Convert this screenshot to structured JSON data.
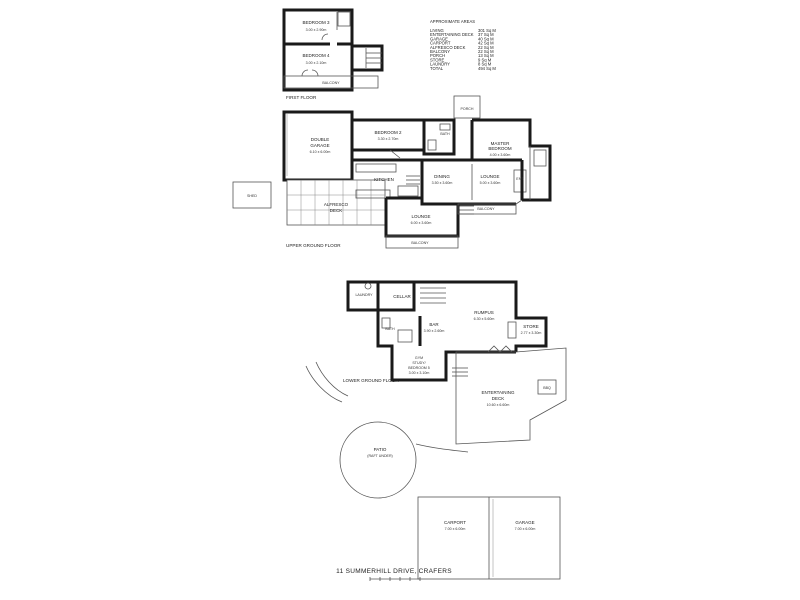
{
  "address": "11 SUMMERHILL DRIVE, CRAFERS",
  "floors": {
    "first": "FIRST FLOOR",
    "upper": "UPPER GROUND FLOOR",
    "lower": "LOWER GROUND FLOOR"
  },
  "areas": {
    "title": "APPROXIMATE AREAS",
    "rows": [
      {
        "name": "LIVING",
        "value": "301 Sq M"
      },
      {
        "name": "ENTERTAINING DECK",
        "value": "37 Sq M"
      },
      {
        "name": "GARAGE",
        "value": "40 Sq M"
      },
      {
        "name": "CARPORT",
        "value": "42 Sq M"
      },
      {
        "name": "ALFRESCO DECK",
        "value": "22 Sq M"
      },
      {
        "name": "BALCONY",
        "value": "22 Sq M"
      },
      {
        "name": "PORCH",
        "value": "13 Sq M"
      },
      {
        "name": "STORE",
        "value": "9 Sq M"
      },
      {
        "name": "LAUNDRY",
        "value": "8 Sq M"
      },
      {
        "name": "TOTAL",
        "value": "494 Sq M"
      }
    ]
  },
  "rooms": {
    "bedroom3": {
      "name": "BEDROOM 3",
      "dim": "3.00 x 2.90m"
    },
    "bedroom4": {
      "name": "BEDROOM 4",
      "dim": "3.00 x 2.10m"
    },
    "balcony_first": "BALCONY",
    "porch": "PORCH",
    "bath_upper": "BATH",
    "bedroom2": {
      "name": "BEDROOM 2",
      "dim": "3.30 x 2.70m"
    },
    "master": {
      "name": "MASTER",
      "name2": "BEDROOM",
      "dim": "4.00 x 3.60m"
    },
    "garage_dbl": {
      "name": "DOUBLE",
      "name2": "GARAGE",
      "dim": "6.10 x 6.00m"
    },
    "kitchen": "KITCHEN",
    "dining": {
      "name": "DINING",
      "dim": "3.50 x 3.60m"
    },
    "lounge_up": {
      "name": "LOUNGE",
      "dim": "5.00 x 3.60m"
    },
    "ensuite": "ENS",
    "shed": "SHED",
    "alfresco": {
      "name": "ALFRESCO",
      "name2": "DECK"
    },
    "balcony_up": "BALCONY",
    "lounge_low": {
      "name": "LOUNGE",
      "dim": "6.00 x 3.60m"
    },
    "balcony_low": "BALCONY",
    "laundry": "LAUNDRY",
    "cellar": "CELLAR",
    "rumpus": {
      "name": "RUMPUS",
      "dim": "6.30 x 5.60m"
    },
    "store": {
      "name": "STORE",
      "dim": "2.77 x 3.30m"
    },
    "bath_lower": "BATH",
    "bar": {
      "name": "BAR",
      "dim": "3.90 x 2.60m"
    },
    "study": {
      "name": "GYM",
      "name2": "STUDY/",
      "name3": "BEDROOM 5",
      "dim": "3.00 x 3.10m"
    },
    "ent_deck": {
      "name": "ENTERTAINING",
      "name2": "DECK",
      "dim": "10.60 x 6.60m"
    },
    "bbq": "BBQ",
    "patio": {
      "name": "PATIO",
      "name2": "(RAFT UNDER)"
    },
    "carport": {
      "name": "CARPORT",
      "dim": "7.00 x 6.00m"
    },
    "garage": {
      "name": "GARAGE",
      "dim": "7.00 x 6.00m"
    }
  }
}
